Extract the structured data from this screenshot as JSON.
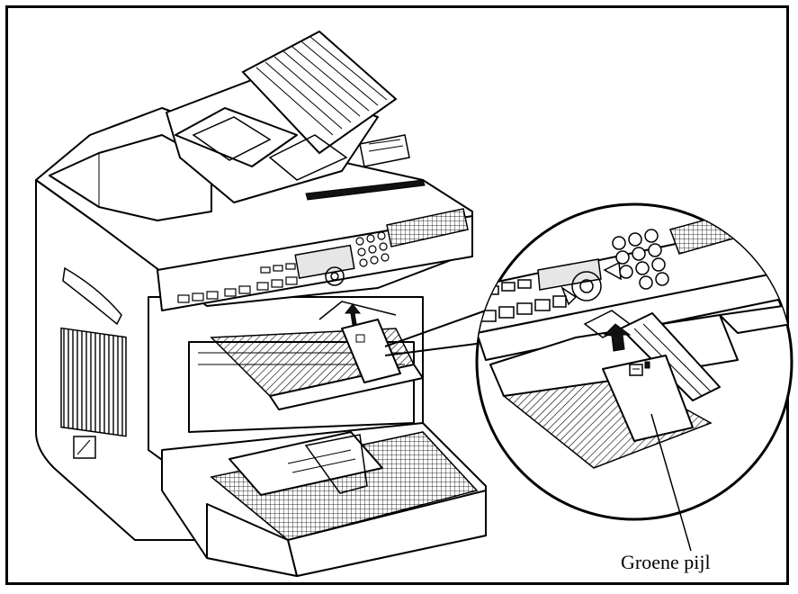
{
  "figure": {
    "callout_label": "Groene pijl",
    "icons": [
      "printer-illustration",
      "magnifier-callout",
      "green-arrow-icon",
      "paper-guide"
    ]
  }
}
